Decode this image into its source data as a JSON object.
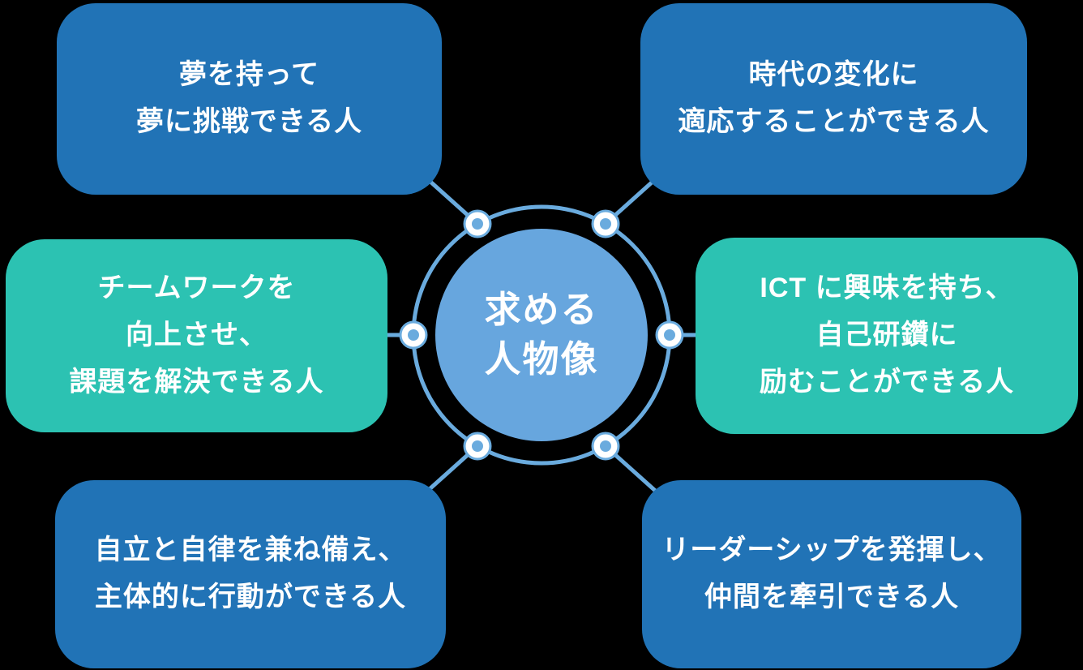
{
  "colors": {
    "background": "#000000",
    "blue": "#2173b6",
    "teal": "#2cc2b2",
    "center_fill": "#67a6de",
    "line": "#6aabde",
    "text": "#ffffff"
  },
  "center": {
    "lines": [
      "求める",
      "人物像"
    ]
  },
  "cards": [
    {
      "position": "top-left",
      "color": "blue",
      "lines": [
        "夢を持って",
        "夢に挑戦できる人"
      ]
    },
    {
      "position": "top-right",
      "color": "blue",
      "lines": [
        "時代の変化に",
        "適応することができる人"
      ]
    },
    {
      "position": "middle-left",
      "color": "teal",
      "lines": [
        "チームワークを",
        "向上させ、",
        "課題を解決できる人"
      ]
    },
    {
      "position": "middle-right",
      "color": "teal",
      "lines": [
        "ICT に興味を持ち、",
        "自己研鑽に",
        "励むことができる人"
      ]
    },
    {
      "position": "bottom-left",
      "color": "blue",
      "lines": [
        "自立と自律を兼ね備え、",
        "主体的に行動ができる人"
      ]
    },
    {
      "position": "bottom-right",
      "color": "blue",
      "lines": [
        "リーダーシップを発揮し、",
        "仲間を牽引できる人"
      ]
    }
  ]
}
